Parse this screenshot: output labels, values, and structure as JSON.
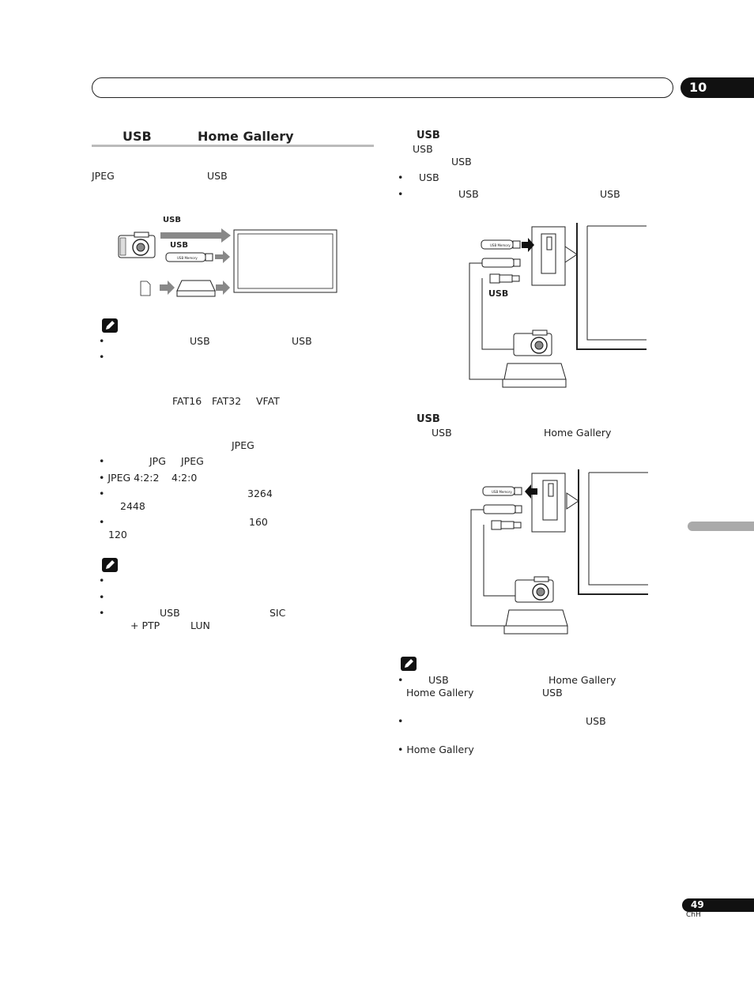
{
  "header": {
    "chapter_number": "10"
  },
  "section": {
    "heading_usb": "USB",
    "heading_gallery": "Home Gallery"
  },
  "left": {
    "intro_jpeg": "JPEG",
    "intro_usb": "USB",
    "diagram_usb_top": "USB",
    "diagram_usb_mid": "USB",
    "note1": {
      "b1_usb_a": "USB",
      "b1_usb_b": "USB"
    },
    "fs": {
      "fat16": "FAT16",
      "fat32": "FAT32",
      "vfat": "VFAT"
    },
    "jpeg_label": "JPEG",
    "list": {
      "i1_jpg": "JPG",
      "i1_jpeg": "JPEG",
      "i2": "• JPEG 4:2:2",
      "i2_b": "4:2:0",
      "i3_a": "3264",
      "i3_b": "2448",
      "i4_a": "160",
      "i4_b": "120"
    },
    "note2": {
      "b3_usb": "USB",
      "b3_sic": "SIC",
      "b3_ptp": "+ PTP",
      "b3_lun": "LUN"
    }
  },
  "right": {
    "h1": "USB",
    "p1_usb": "USB",
    "p1_usb2": "USB",
    "b1_usb": "USB",
    "b2_usb_a": "USB",
    "b2_usb_b": "USB",
    "diagram1_usb": "USB",
    "h2": "USB",
    "p2_usb": "USB",
    "p2_gallery": "Home Gallery",
    "note": {
      "b1_usb": "USB",
      "b1_gallery": "Home Gallery",
      "b1_gallery2": "Home Gallery",
      "b1_usb2": "USB",
      "b2_usb": "USB",
      "b3": "• Home Gallery"
    }
  },
  "footer": {
    "page_number": "49",
    "lang": "ChH"
  }
}
